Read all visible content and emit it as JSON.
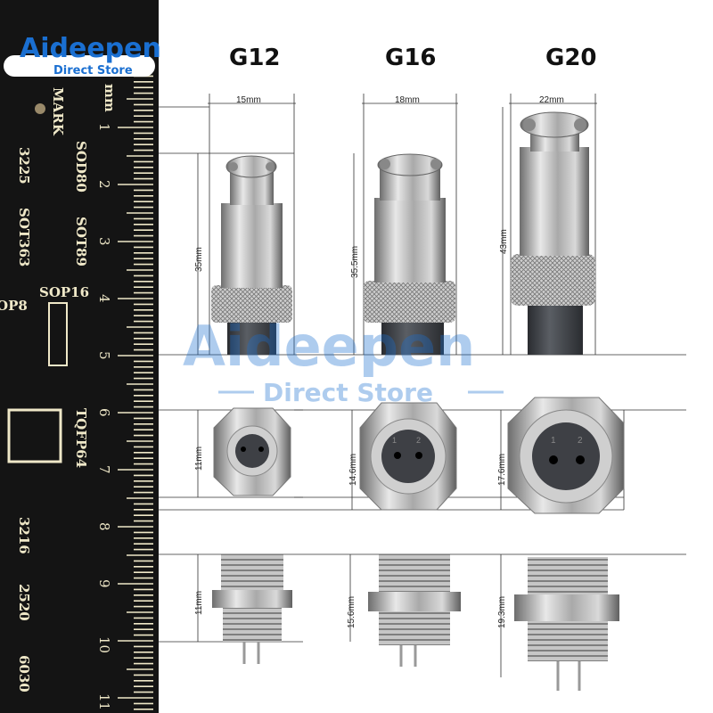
{
  "brand": {
    "name": "Aideepen",
    "tagline": "Direct Store"
  },
  "watermark": {
    "name": "Aideepen",
    "tagline": "Direct Store"
  },
  "columns": [
    {
      "title": "G12",
      "width": "15mm",
      "height": "35mm",
      "face": "11mm",
      "thread": "11mm"
    },
    {
      "title": "G16",
      "width": "18mm",
      "height": "35.5mm",
      "face": "14.6mm",
      "thread": "15.6mm"
    },
    {
      "title": "G20",
      "width": "22mm",
      "height": "43mm",
      "face": "17.6mm",
      "thread": "19.3mm"
    }
  ],
  "pins": [
    "1",
    "2"
  ],
  "ruler": {
    "unit": "mm",
    "numbers": [
      "1",
      "2",
      "3",
      "4",
      "5",
      "6",
      "7",
      "8",
      "9",
      "10",
      "11"
    ],
    "labels": [
      "MARK",
      "SOD80",
      "3225",
      "SOT89",
      "SOT363",
      "SOP16",
      "OP8",
      "TQFP64",
      "3216",
      "2520",
      "6030"
    ]
  },
  "colors": {
    "ruler": "#141414",
    "silk": "#efe8c8",
    "metal": "#b8b8b8",
    "rubber": "#3a3d42",
    "brand_blue": "#1a6fd1"
  }
}
